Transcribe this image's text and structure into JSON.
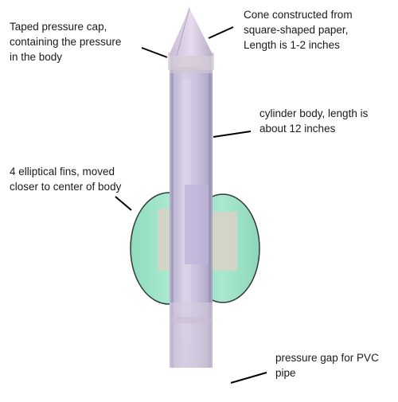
{
  "annotations": {
    "cap": [
      "Taped pressure cap,",
      "containing the pressure",
      "in the body"
    ],
    "cone": [
      "Cone constructed from",
      "square-shaped paper,",
      "Length is 1-2 inches"
    ],
    "body": [
      "cylinder body, length is",
      "about 12 inches"
    ],
    "fins": [
      "4 elliptical fins, moved",
      "closer to center of body"
    ],
    "gap": [
      "pressure gap for PVC",
      "pipe"
    ]
  },
  "colors": {
    "fin": "#9be0c4",
    "tube": "#c4bcd8",
    "tape": "#d8cfc4",
    "leader": "#000000"
  }
}
